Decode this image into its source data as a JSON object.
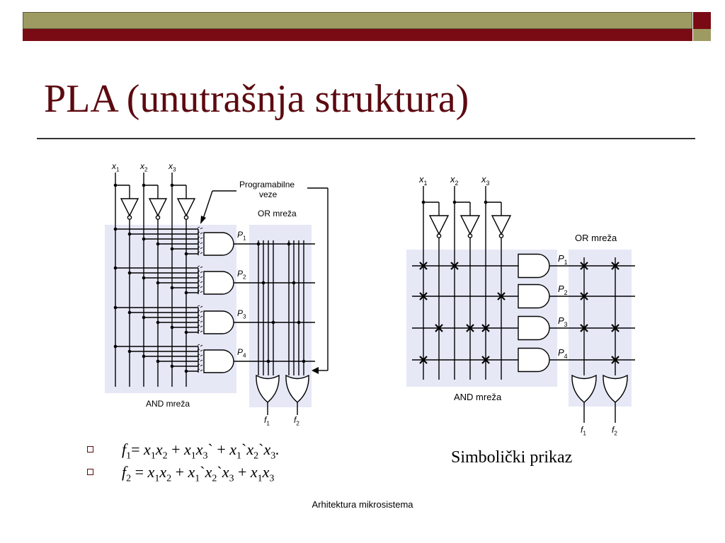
{
  "title": "PLA (unutrašnja struktura)",
  "left_diagram": {
    "inputs": [
      "x1",
      "x2",
      "x3"
    ],
    "annotation_line1": "Programabilne",
    "annotation_line2": "veze",
    "or_label": "OR mreža",
    "and_label": "AND mreža",
    "products": [
      "P1",
      "P2",
      "P3",
      "P4"
    ],
    "outputs": [
      "f1",
      "f2"
    ]
  },
  "right_diagram": {
    "inputs": [
      "x1",
      "x2",
      "x3"
    ],
    "or_label": "OR mreža",
    "and_label": "AND mreža",
    "products": [
      "P1",
      "P2",
      "P3",
      "P4"
    ],
    "outputs": [
      "f1",
      "f2"
    ]
  },
  "equations": [
    "f1= x1x2 + x1x3` + x1`x2`x3.",
    "f2 = x1x2 + x1`x2`x3 + x1x3"
  ],
  "caption": "Simbolički prikaz",
  "footer": "Arhitektura mikrosistema",
  "colors": {
    "band_olive": "#9e9b62",
    "band_red": "#7a0b15",
    "title": "#5c0a10",
    "panel": "#e6e8f6"
  }
}
